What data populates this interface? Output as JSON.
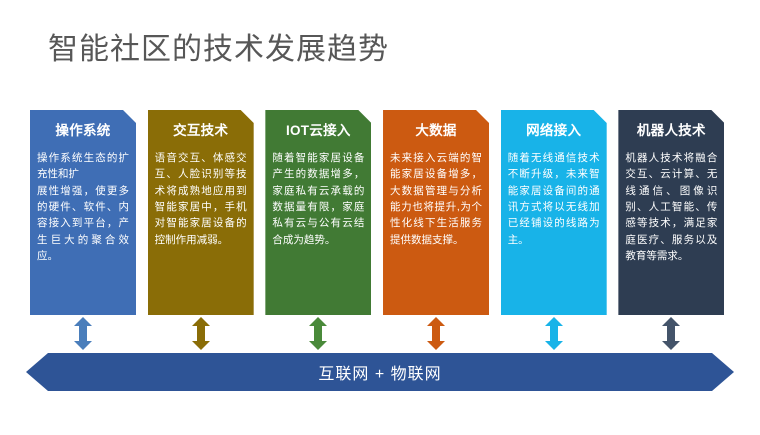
{
  "slide": {
    "title": "智能社区的技术发展趋势",
    "title_color": "#575757",
    "background": "#ffffff"
  },
  "cards": [
    {
      "id": "operating-system",
      "title": "操作系统",
      "body": "操作系统生态的扩充性和扩\n展性增强，使更多的硬件、软件、内容接入到平台，产生巨大的聚合效应。",
      "color": "#3f6eb5",
      "arrow_color": "#4a7ebb"
    },
    {
      "id": "interaction-technology",
      "title": "交互技术",
      "body": "语音交互、体感交互、人脸识别等技术将成熟地应用到智能家居中，手机对智能家居设备的控制作用减弱。",
      "color": "#8a6d07",
      "arrow_color": "#8a6d07"
    },
    {
      "id": "iot-cloud-access",
      "title": "IOT云接入",
      "body": "随着智能家居设备产生的数据增多，家庭私有云承载的数据量有限，家庭私有云与公有云结合成为趋势。",
      "color": "#417a34",
      "arrow_color": "#4a8a3a"
    },
    {
      "id": "big-data",
      "title": "大数据",
      "body": "未来接入云端的智能家居设备增多，大数据管理与分析能力也将提升,为个性化线下生活服务提供数据支撑。",
      "color": "#cc5a11",
      "arrow_color": "#cc5a11"
    },
    {
      "id": "network-access",
      "title": "网络接入",
      "body": "随着无线通信技术不断升级，未来智能家居设备间的通讯方式将以无线加已经铺设的线路为主。",
      "color": "#18b3e8",
      "arrow_color": "#18b3e8"
    },
    {
      "id": "robotics-technology",
      "title": "机器人技术",
      "body": "机器人技术将融合交互、云计算、无线通信、图像识别、人工智能、传感等技术，满足家庭医疗、服务以及教育等需求。",
      "color": "#2e3d52",
      "arrow_color": "#44546a"
    }
  ],
  "banner": {
    "label": "互联网 + 物联网",
    "color": "#2e5496",
    "text_color": "#ffffff"
  }
}
